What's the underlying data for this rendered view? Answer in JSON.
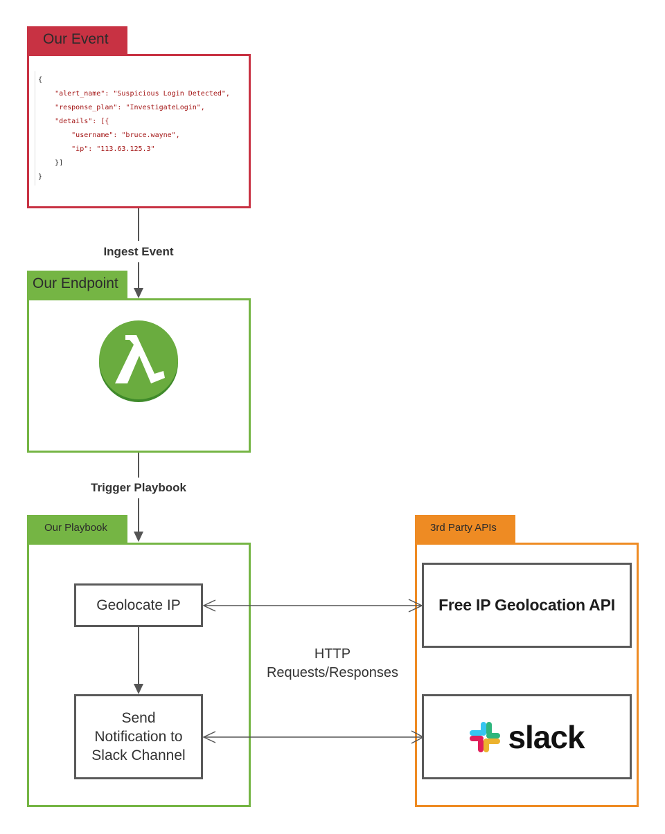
{
  "event": {
    "tab_label": "Our Event",
    "json_lines": [
      "{",
      "    \"alert_name\": \"Suspicious Login Detected\",",
      "    \"response_plan\": \"InvestigateLogin\",",
      "    \"details\": [{",
      "        \"username\": \"bruce.wayne\",",
      "        \"ip\": \"113.63.125.3\"",
      "    }]",
      "}"
    ]
  },
  "edges": {
    "ingest_label": "Ingest Event",
    "trigger_label": "Trigger Playbook"
  },
  "endpoint": {
    "tab_label": "Our Endpoint",
    "icon": "lambda-icon",
    "icon_color": "#6aac3f"
  },
  "playbook": {
    "tab_label": "Our Playbook",
    "step1": "Geolocate IP",
    "step2_lines": [
      "Send",
      "Notification to",
      "Slack Channel"
    ]
  },
  "apis": {
    "tab_label": "3rd Party APIs",
    "geolocation": "Free IP Geolocation API",
    "slack": "slack",
    "slack_icon": "slack-logo-icon"
  },
  "http": {
    "line1": "HTTP",
    "line2": "Requests/Responses"
  },
  "colors": {
    "event": "#c83243",
    "endpoint": "#75b544",
    "playbook": "#75b544",
    "apis": "#ee8b23"
  }
}
